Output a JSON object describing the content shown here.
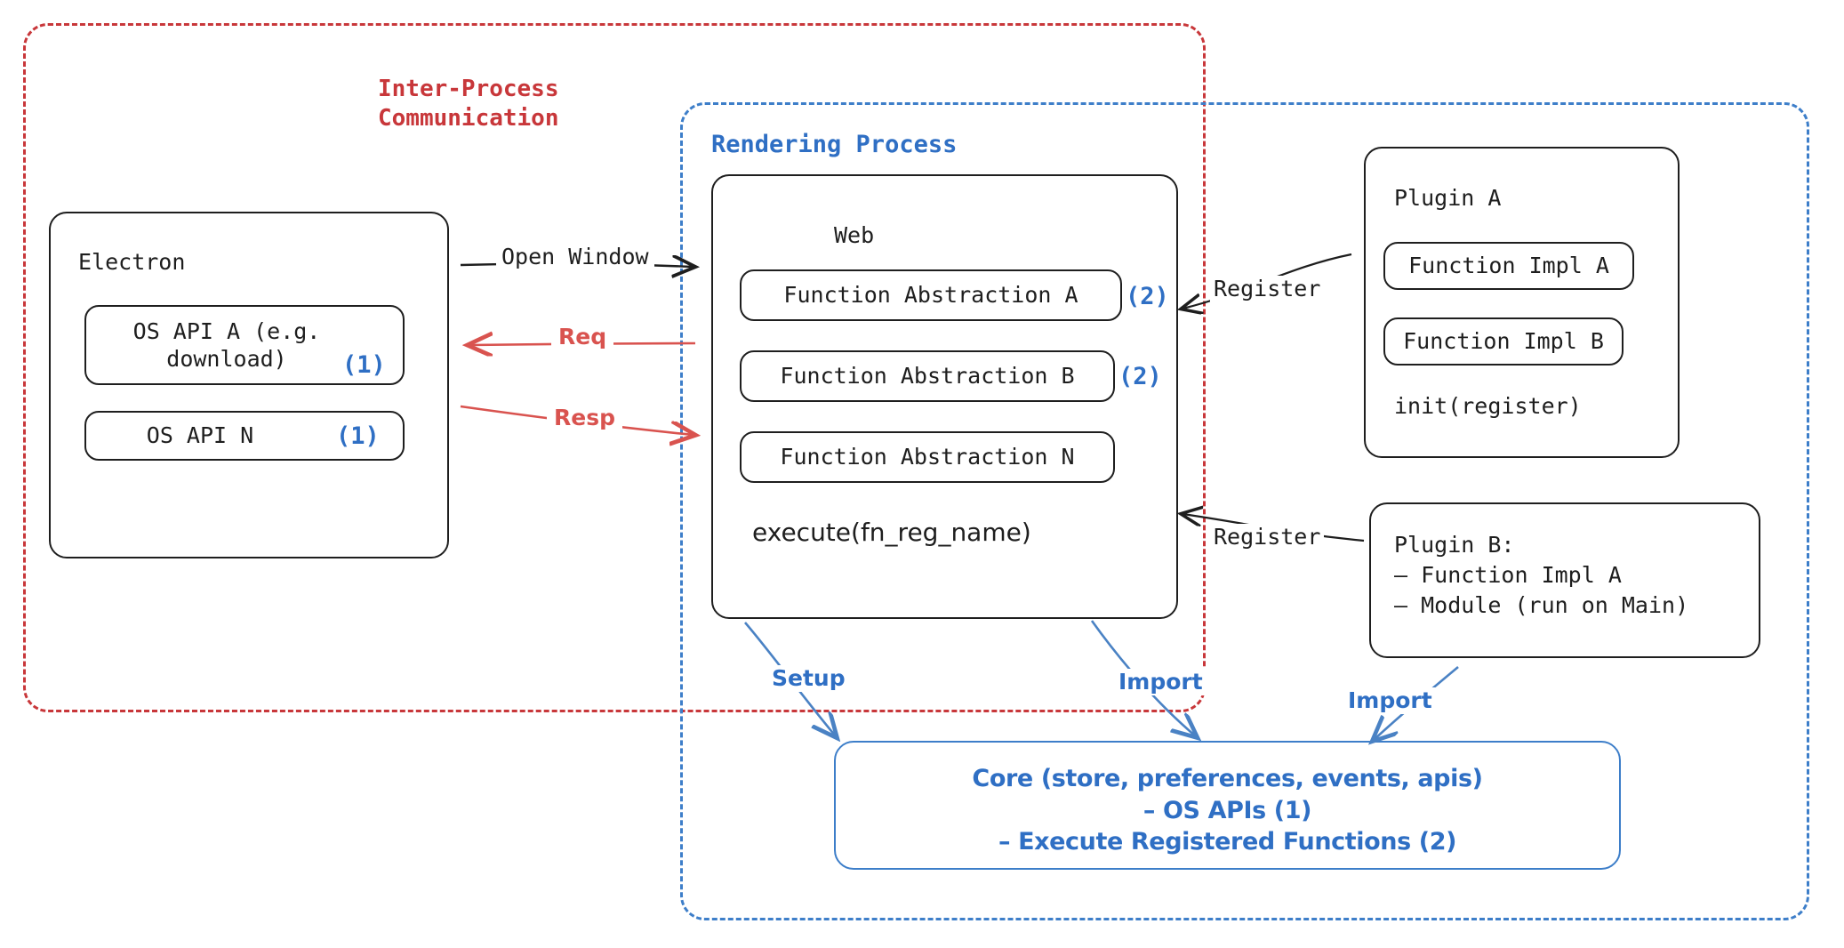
{
  "diagram": {
    "title": "Electron plugin architecture",
    "colors": {
      "ipc_red": "#c8373a",
      "render_blue": "#3d7ec9",
      "marker_blue": "#2f6fc4",
      "arrow_red": "#d9534f",
      "ink": "#1e1e1e"
    }
  },
  "zones": {
    "ipc": {
      "label": "Inter-Process\nCommunication"
    },
    "rendering": {
      "label": "Rendering Process"
    }
  },
  "electron": {
    "title": "Electron",
    "apis": [
      {
        "label": "OS API A (e.g.\ndownload)",
        "marker": "(1)"
      },
      {
        "label": "OS API N",
        "marker": "(1)"
      }
    ]
  },
  "web": {
    "title": "Web",
    "abstractions": [
      {
        "label": "Function Abstraction A",
        "marker": "(2)"
      },
      {
        "label": "Function Abstraction B",
        "marker": "(2)"
      },
      {
        "label": "Function Abstraction N",
        "marker": ""
      }
    ],
    "method": "execute(fn_reg_name)"
  },
  "plugin_a": {
    "title": "Plugin A",
    "items": [
      "Function Impl A",
      "Function Impl B"
    ],
    "init": "init(register)"
  },
  "plugin_b": {
    "text": "Plugin B:\n– Function Impl A\n– Module (run on Main)"
  },
  "core": {
    "text": "Core (store, preferences, events, apis)\n– OS APIs (1)\n– Execute Registered Functions (2)"
  },
  "edges": [
    {
      "name": "open-window",
      "label": "Open Window",
      "color": "#1e1e1e"
    },
    {
      "name": "req",
      "label": "Req",
      "color": "#d9534f"
    },
    {
      "name": "resp",
      "label": "Resp",
      "color": "#d9534f"
    },
    {
      "name": "register-a",
      "label": "Register",
      "color": "#1e1e1e"
    },
    {
      "name": "register-b",
      "label": "Register",
      "color": "#1e1e1e"
    },
    {
      "name": "setup",
      "label": "Setup",
      "color": "#2f6fc4"
    },
    {
      "name": "import-web",
      "label": "Import",
      "color": "#2f6fc4"
    },
    {
      "name": "import-plugin",
      "label": "Import",
      "color": "#2f6fc4"
    }
  ]
}
